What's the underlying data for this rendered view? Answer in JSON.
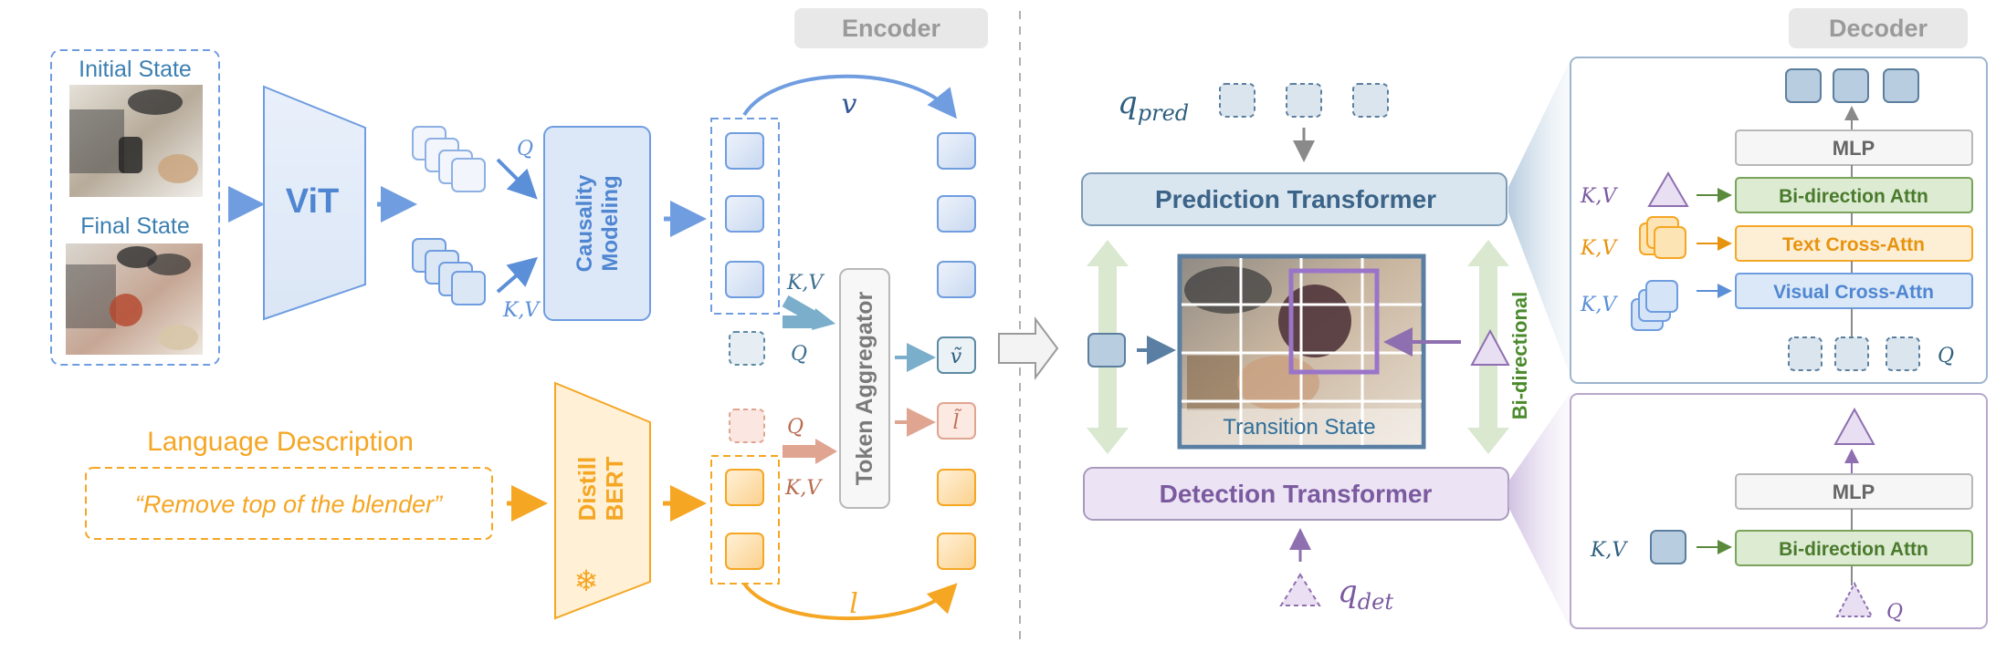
{
  "encoder": {
    "header": "Encoder",
    "initial_state_label": "Initial State",
    "final_state_label": "Final State",
    "vit_label": "ViT",
    "q_label": "Q",
    "kv_label": "K,V",
    "causality_line1": "Causality",
    "causality_line2": "Modeling",
    "v_label": "v",
    "l_label": "l",
    "v_tilde_label": "ṽ",
    "l_tilde_label": "l̃",
    "kv_top_label": "K,V",
    "q_top_label": "Q",
    "q_bottom_label": "Q",
    "kv_bottom_label": "K,V",
    "aggregator_label": "Token Aggregator",
    "language_title": "Language Description",
    "language_text": "“Remove top of the blender”",
    "distill_line1": "Distill",
    "distill_line2": "BERT",
    "snowflake_icon": "❄"
  },
  "decoder": {
    "header": "Decoder",
    "q_pred_label": "q",
    "q_pred_sub": "pred",
    "q_det_label": "q",
    "q_det_sub": "det",
    "prediction_transformer": "Prediction Transformer",
    "detection_transformer": "Detection Transformer",
    "transition_state": "Transition State",
    "bidirectional": "Bi-directional",
    "top_mlp": "MLP",
    "top_bi_attn": "Bi-direction Attn",
    "top_text_attn": "Text Cross-Attn",
    "top_visual_attn": "Visual Cross-Attn",
    "kv1": "K,V",
    "kv2": "K,V",
    "kv3": "K,V",
    "top_q": "Q",
    "bottom_mlp": "MLP",
    "bottom_bi_attn": "Bi-direction Attn",
    "bottom_kv": "K,V",
    "bottom_q": "Q"
  },
  "colors": {
    "blue": "#6f9de0",
    "teal": "#7aaecb",
    "orange": "#f5a623",
    "purple": "#8e6fb0",
    "green": "#5a8a3c",
    "gray": "#8a8a8a"
  }
}
